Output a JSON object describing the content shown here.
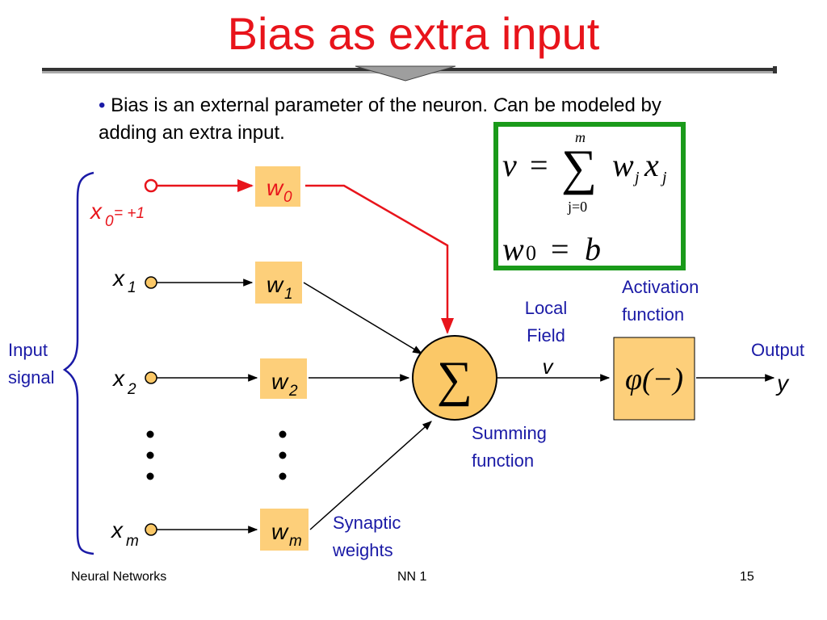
{
  "slide": {
    "title": "Bias as extra input",
    "bullet": {
      "text_before_italic": "Bias is an external parameter of the neuron. ",
      "italic_letter": "C",
      "text_after_italic": "an be modeled by adding an extra input."
    },
    "equation_box": {
      "sum_equation": {
        "lhs": "v",
        "eq": "=",
        "sum_symbol": "∑",
        "upper": "m",
        "lower": "j=0",
        "term_w": "w",
        "term_x": "x",
        "sub": "j"
      },
      "bias_equation": {
        "w": "w",
        "sub": "0",
        "eq": "=",
        "rhs": "b"
      },
      "border_color": "#1a9a1a"
    },
    "inputs": [
      {
        "var": "x",
        "sub": "0",
        "extra": " = +1",
        "weight": "w",
        "weight_sub": "0",
        "color": "#e8141b"
      },
      {
        "var": "x",
        "sub": "1",
        "weight": "w",
        "weight_sub": "1"
      },
      {
        "var": "x",
        "sub": "2",
        "weight": "w",
        "weight_sub": "2"
      },
      {
        "var": "x",
        "sub": "m",
        "weight": "w",
        "weight_sub": "m"
      }
    ],
    "labels": {
      "input_signal": [
        "Input",
        "signal"
      ],
      "local_field": [
        "Local",
        "Field"
      ],
      "local_field_var": "v",
      "summing_function": [
        "Summing",
        "function"
      ],
      "activation_function": [
        "Activation",
        "function"
      ],
      "synaptic_weights": [
        "Synaptic",
        "weights"
      ],
      "output": "Output",
      "output_var": "y",
      "sum_symbol": "∑",
      "activation_symbol": "φ(−)"
    },
    "footer": {
      "left": "Neural Networks",
      "center": "NN 1",
      "right": "15"
    },
    "colors": {
      "title": "#e8141b",
      "blue_labels": "#1a1aa6",
      "weight_box": "#fdcf7a",
      "node_fill": "#fbc867",
      "bias_line": "#e8141b"
    }
  }
}
